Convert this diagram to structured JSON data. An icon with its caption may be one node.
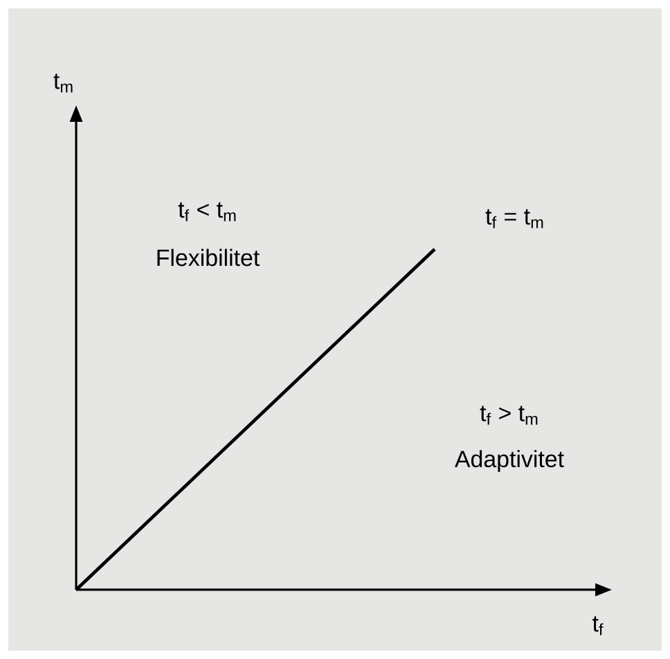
{
  "diagram": {
    "labels": [
      "t$_{m}$",
      "t$_{f}$",
      "t$_{f}$ = t$_{m}$",
      "t$_{f}$ < t$_{m}$",
      "Flexibilitet",
      "t$_{f}$ > t$_{m}$",
      "Adaptivitet"
    ]
  }
}
